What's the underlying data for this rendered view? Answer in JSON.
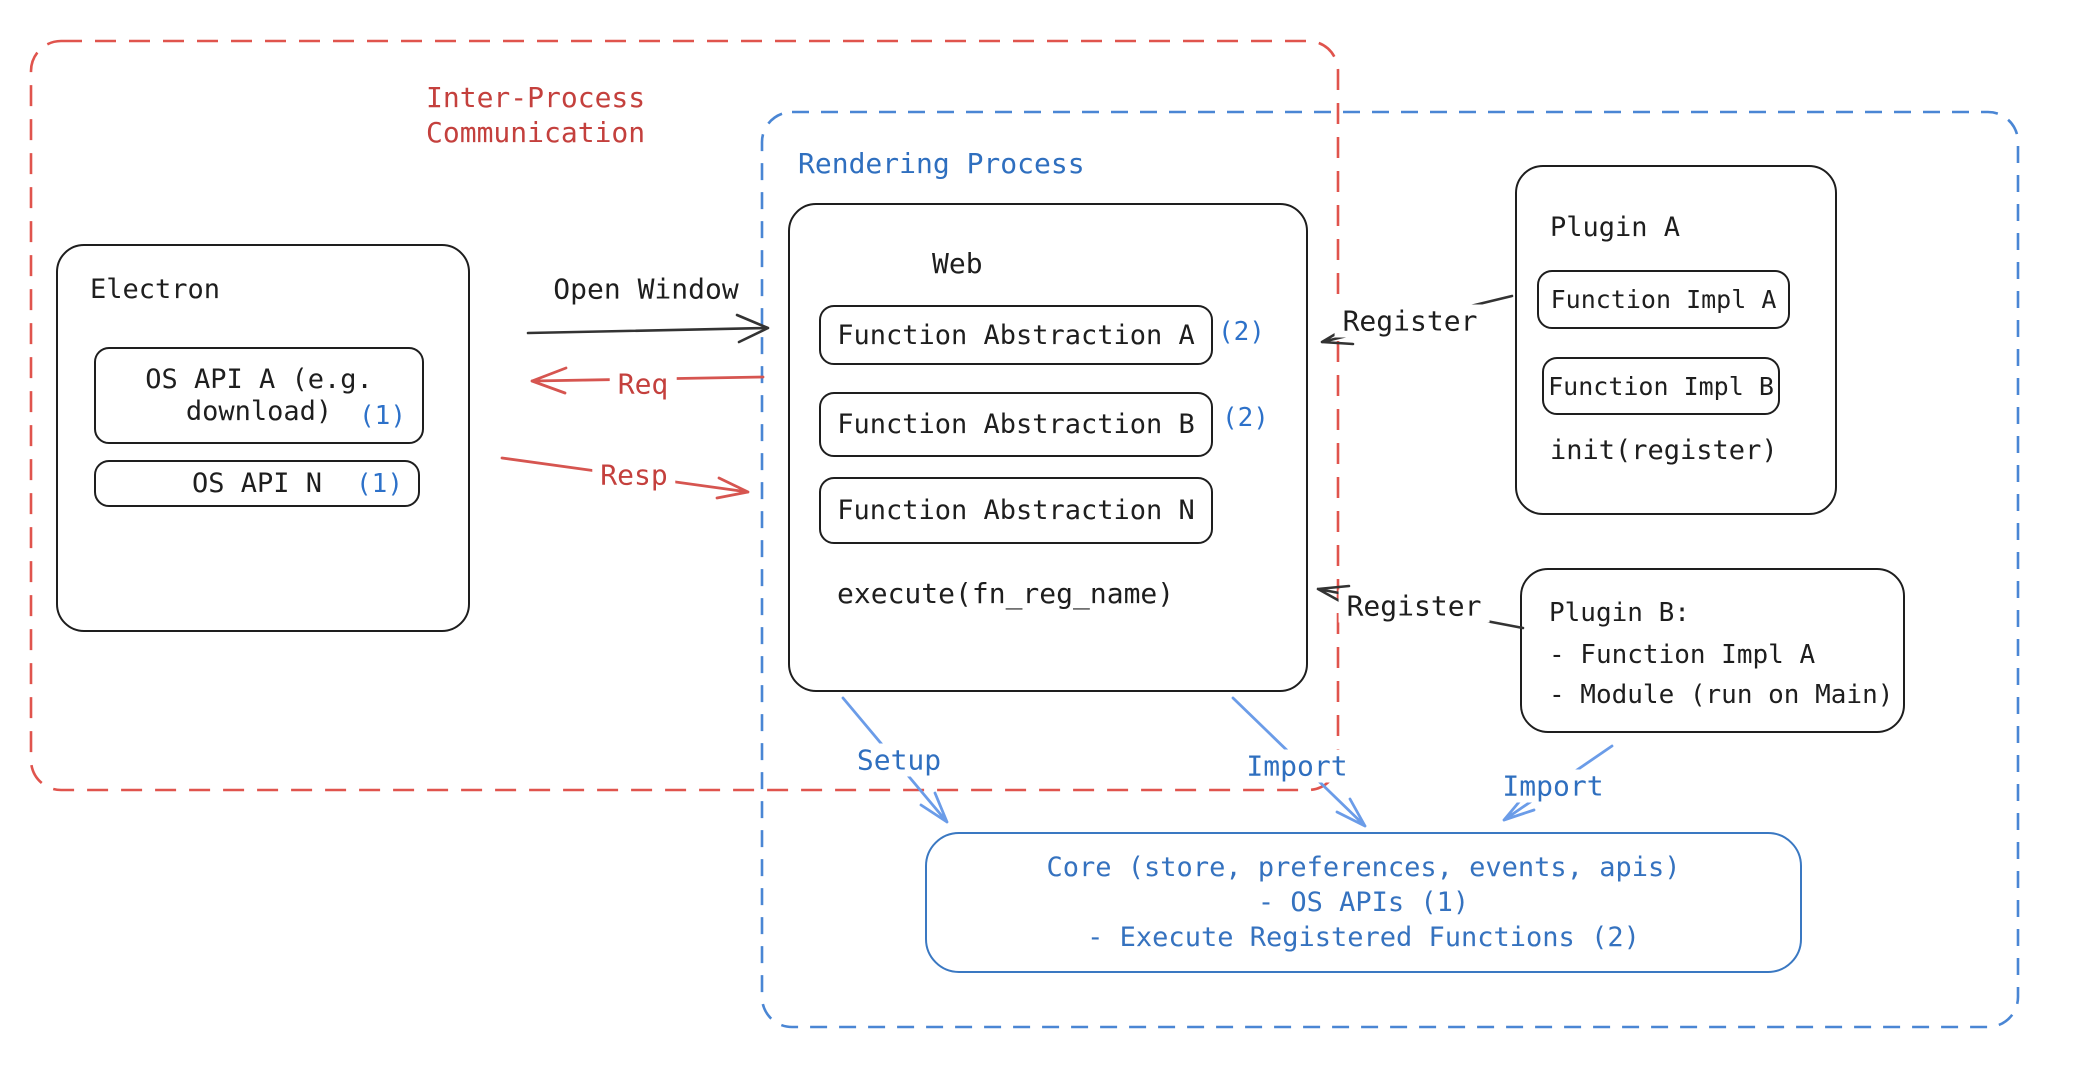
{
  "colors": {
    "ink": "#1e1e1e",
    "red_label": "#c4403d",
    "red_arrow": "#d65550",
    "red_dash": "#e0544d",
    "blue_label": "#2f6fbf",
    "blue_badge": "#2d71c9",
    "blue_dash": "#4a86d4",
    "blue_arrow": "#6b9ce8",
    "core_border": "#3a78c2",
    "core_text": "#3572bf"
  },
  "groups": {
    "ipc": {
      "label": "Inter-Process\nCommunication"
    },
    "rendering": {
      "label": "Rendering Process"
    }
  },
  "electron": {
    "title": "Electron",
    "api_a": {
      "label": "OS API A (e.g. download)",
      "badge": "(1)"
    },
    "api_n": {
      "label": "OS API N",
      "badge": "(1)"
    }
  },
  "web": {
    "title": "Web",
    "abstraction_a": {
      "label": "Function Abstraction A",
      "badge": "(2)"
    },
    "abstraction_b": {
      "label": "Function Abstraction B",
      "badge": "(2)"
    },
    "abstraction_n": {
      "label": "Function Abstraction N",
      "badge": ""
    },
    "footer": "execute(fn_reg_name)"
  },
  "plugin_a": {
    "title": "Plugin A",
    "impl_a": "Function Impl A",
    "impl_b": "Function Impl B",
    "footer": "init(register)"
  },
  "plugin_b": {
    "line1": "Plugin B:",
    "line2": "- Function Impl A",
    "line3": "- Module (run on Main)"
  },
  "core": {
    "line1": "Core (store, preferences, events, apis)",
    "line2": "- OS APIs (1)",
    "line3": "- Execute Registered Functions (2)"
  },
  "arrows": {
    "open_window": "Open Window",
    "req": "Req",
    "resp": "Resp",
    "register_a": "Register",
    "register_b": "Register",
    "setup": "Setup",
    "import_web": "Import",
    "import_plugin": "Import"
  }
}
